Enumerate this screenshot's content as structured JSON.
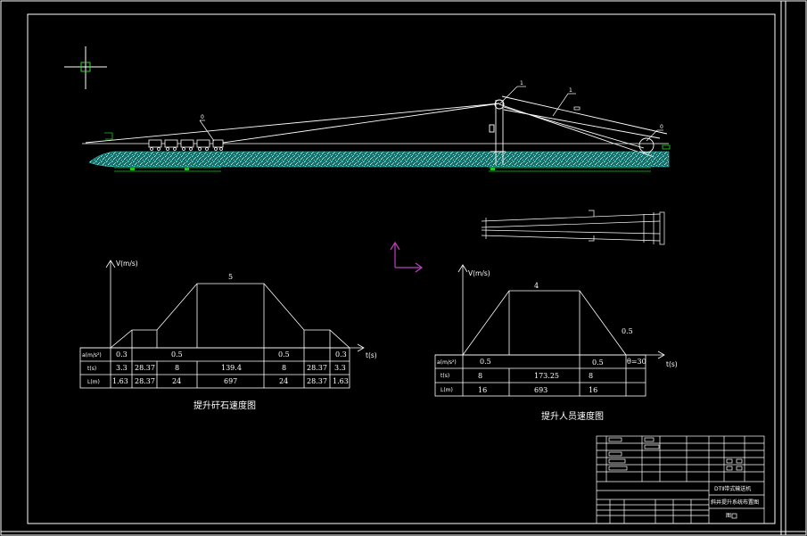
{
  "colors": {
    "background": "#000000",
    "line": "#ffffff",
    "ground": "#38c8c0",
    "accent_green": "#22c222",
    "ucs_magenta": "#c040c0",
    "crosshair_green": "#32d232"
  },
  "ucs_icon": "ucs-axis-icon",
  "crosshair_icon": "crosshair-cursor-icon",
  "chart_left": {
    "title": "提升矸石速度图",
    "axis_y": "V(m/s)",
    "axis_x": "t(s)",
    "peak_label": "5",
    "table": {
      "row_labels": [
        "a(m/s²)",
        "t(s)",
        "L(m)"
      ],
      "rows": [
        [
          "0.3",
          "",
          "0.5",
          "",
          "",
          "0.5",
          "",
          "0.3"
        ],
        [
          "3.3",
          "28.37",
          "8",
          "139.4",
          "8",
          "28.37",
          "3.3"
        ],
        [
          "1.63",
          "28.37",
          "24",
          "697",
          "24",
          "28.37",
          "1.63"
        ]
      ]
    }
  },
  "chart_right": {
    "title": "提升人员速度图",
    "axis_y": "V(m/s)",
    "axis_x": "t(s)",
    "peak_label": "4",
    "side_label": "0.5",
    "table": {
      "row_labels": [
        "a(m/s²)",
        "t(s)",
        "L(m)"
      ],
      "rows": [
        [
          "0.5",
          "",
          "0.5",
          "θ=30"
        ],
        [
          "8",
          "173.25",
          "8",
          ""
        ],
        [
          "16",
          "693",
          "16",
          ""
        ]
      ]
    }
  },
  "title_block": {
    "title_line1": "DTⅡ带式输送机",
    "title_line2": "斜井提升系统布置图",
    "sheet_label": "图"
  },
  "leaders": [
    "1",
    "1",
    "0",
    "0"
  ]
}
